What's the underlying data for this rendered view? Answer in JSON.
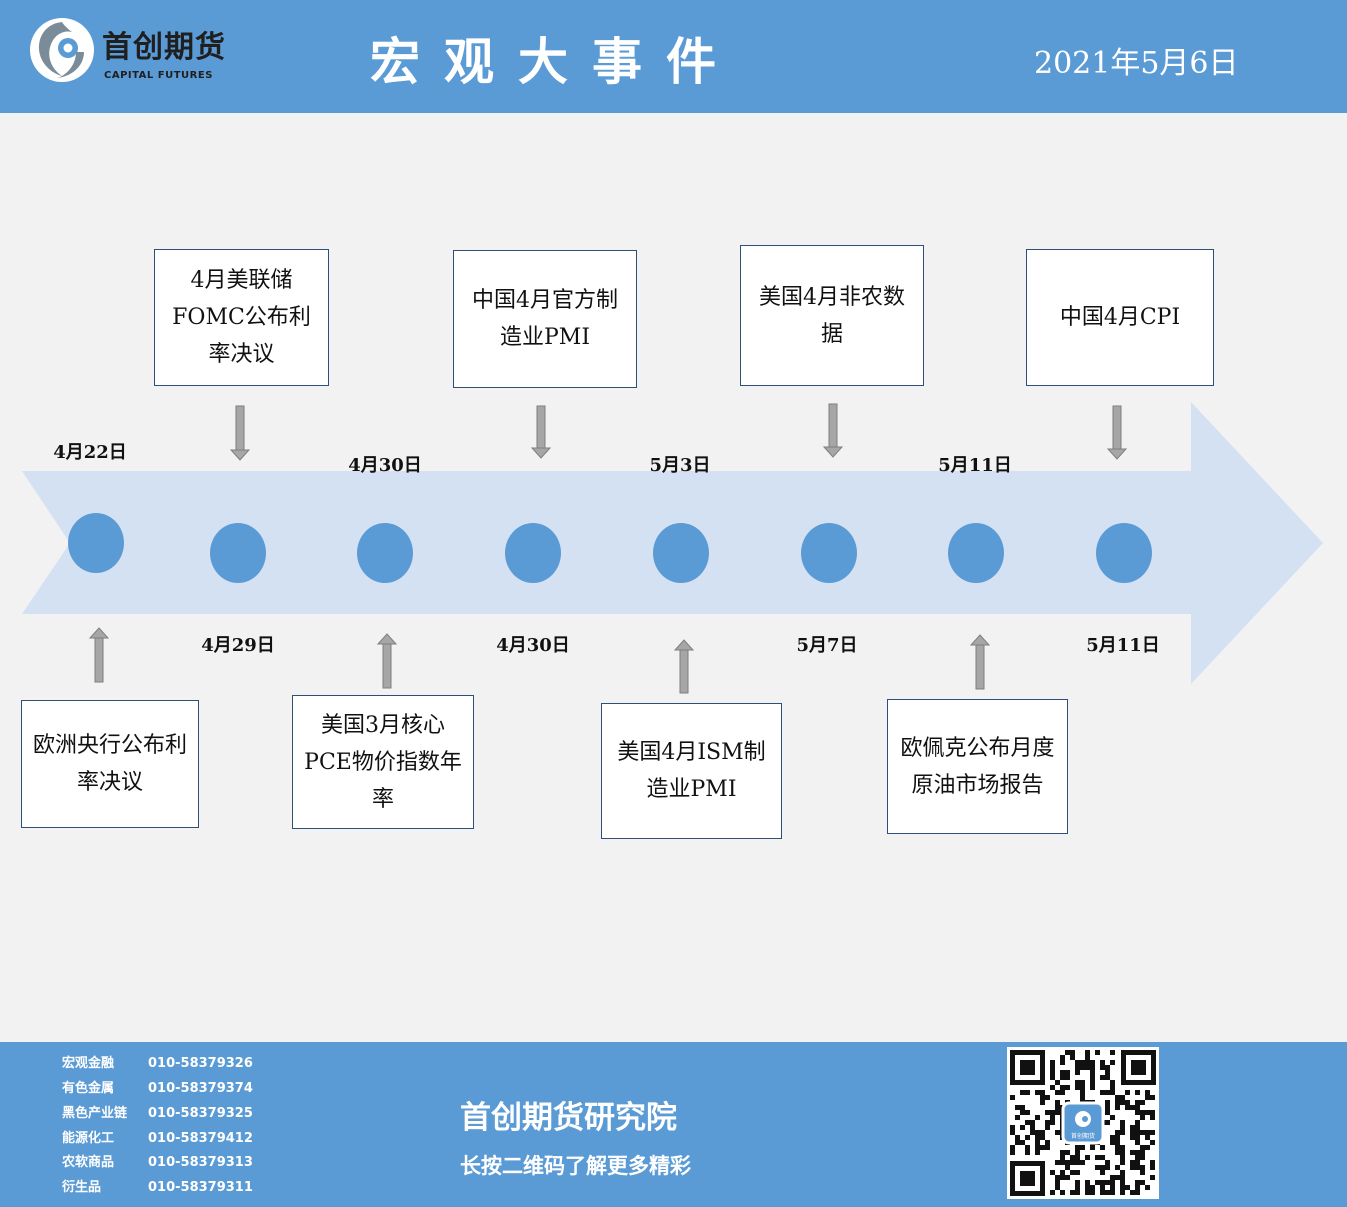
{
  "header": {
    "logo_cn": "首创期货",
    "logo_en": "CAPITAL FUTURES",
    "title": "宏观大事件",
    "date": "2021年5月6日"
  },
  "colors": {
    "header_bg": "#5b9bd5",
    "arrow": "#d4e1f3",
    "dot": "#5b9bd5",
    "body_bg": "#f2f2f2"
  },
  "events_top": [
    {
      "text": "4月美联储FOMC公布利率决议",
      "date": "4月29日"
    },
    {
      "text": "中国4月官方制造业PMI",
      "date": "4月30日"
    },
    {
      "text": "美国4月非农数据",
      "date": "5月7日"
    },
    {
      "text": "中国4月CPI",
      "date": "5月11日"
    }
  ],
  "events_bottom": [
    {
      "text": "欧洲央行公布利率决议",
      "date": "4月22日"
    },
    {
      "text": "美国3月核心PCE物价指数年率",
      "date": "4月30日"
    },
    {
      "text": "美国4月ISM制造业PMI",
      "date": "5月3日"
    },
    {
      "text": "欧佩克公布月度原油市场报告",
      "date": "5月11日"
    }
  ],
  "footer": {
    "contacts": [
      {
        "name": "宏观金融",
        "phone": "010-58379326"
      },
      {
        "name": "有色金属",
        "phone": "010-58379374"
      },
      {
        "name": "黑色产业链",
        "phone": "010-58379325"
      },
      {
        "name": "能源化工",
        "phone": "010-58379412"
      },
      {
        "name": "农软商品",
        "phone": "010-58379313"
      },
      {
        "name": "衍生品",
        "phone": "010-58379311"
      }
    ],
    "title": "首创期货研究院",
    "subtitle": "长按二维码了解更多精彩",
    "qr_logo_text": "首创期货"
  }
}
